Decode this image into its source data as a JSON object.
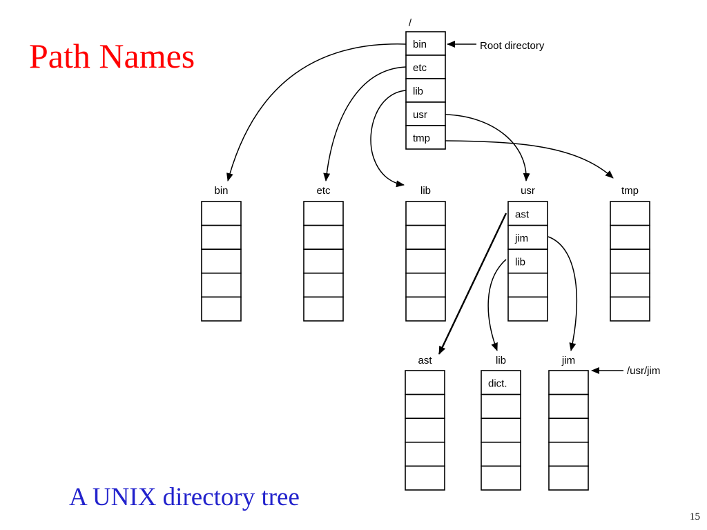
{
  "title": "Path Names",
  "caption": "A UNIX directory tree",
  "page_number": "15",
  "colors": {
    "title": "#ff0000",
    "caption": "#2222cc",
    "diagram": "#000000"
  },
  "diagram": {
    "root": {
      "label": "/",
      "entries": [
        "bin",
        "etc",
        "lib",
        "usr",
        "tmp"
      ],
      "annotation": "Root directory"
    },
    "second_level": [
      {
        "label": "bin",
        "entries": [
          "",
          "",
          "",
          "",
          ""
        ]
      },
      {
        "label": "etc",
        "entries": [
          "",
          "",
          "",
          "",
          ""
        ]
      },
      {
        "label": "lib",
        "entries": [
          "",
          "",
          "",
          "",
          ""
        ]
      },
      {
        "label": "usr",
        "entries": [
          "ast",
          "jim",
          "lib",
          "",
          ""
        ]
      },
      {
        "label": "tmp",
        "entries": [
          "",
          "",
          "",
          "",
          ""
        ]
      }
    ],
    "third_level": [
      {
        "label": "ast",
        "entries": [
          "",
          "",
          "",
          "",
          ""
        ]
      },
      {
        "label": "lib",
        "entries": [
          "dict.",
          "",
          "",
          "",
          ""
        ]
      },
      {
        "label": "jim",
        "entries": [
          "",
          "",
          "",
          "",
          ""
        ],
        "annotation": "/usr/jim"
      }
    ]
  }
}
